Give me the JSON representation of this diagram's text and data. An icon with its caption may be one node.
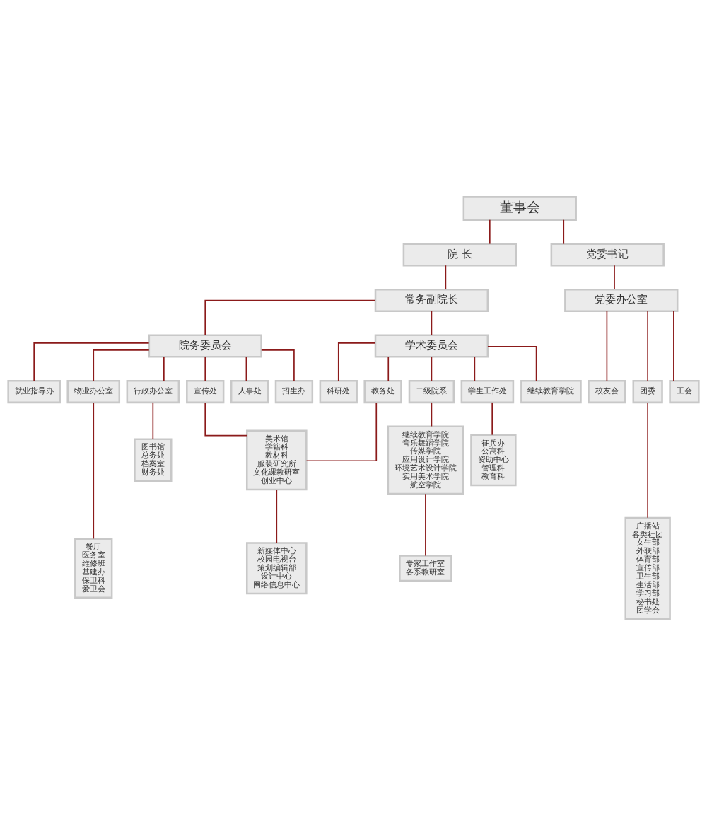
{
  "diagram": {
    "nodes": [
      {
        "text": [
          "董事会"
        ]
      },
      {
        "text": [
          "院 长"
        ]
      },
      {
        "text": [
          "党委书记"
        ]
      },
      {
        "text": [
          "常务副院长"
        ]
      },
      {
        "text": [
          "党委办公室"
        ]
      },
      {
        "text": [
          "学术委员会"
        ]
      },
      {
        "text": [
          "院务委员会"
        ]
      },
      {
        "text": [
          "二级院系"
        ]
      },
      {
        "text": [
          "学生工作处"
        ]
      },
      {
        "text": [
          "教务处"
        ]
      },
      {
        "text": [
          "继续教育学院"
        ]
      },
      {
        "text": [
          "科研处"
        ]
      },
      {
        "text": [
          "行政办公室"
        ]
      },
      {
        "text": [
          "人事处"
        ]
      },
      {
        "text": [
          "招生办"
        ]
      },
      {
        "text": [
          "就业指导办"
        ]
      },
      {
        "text": [
          "宣传处"
        ]
      },
      {
        "text": [
          "物业办公室"
        ]
      },
      {
        "text": [
          "团委"
        ]
      },
      {
        "text": [
          "工会"
        ]
      },
      {
        "text": [
          "校友会"
        ]
      },
      {
        "text": [
          "继续教育学院",
          "音乐舞蹈学院",
          "传媒学院",
          "应用设计学院",
          "环境艺术设计学院",
          "实用美术学院",
          "航空学院"
        ]
      },
      {
        "text": [
          "征兵办",
          "公寓科",
          "资助中心",
          "管理科",
          "教育科"
        ]
      },
      {
        "text": [
          "美术馆",
          "学籍科",
          "教材科",
          "服装研究所",
          "文化课教研室",
          "创业中心"
        ]
      },
      {
        "text": [
          "图书馆",
          "总务处",
          "档案室",
          "财务处"
        ]
      },
      {
        "text": [
          "专家工作室",
          "各系教研室"
        ]
      },
      {
        "text": [
          "广播站",
          "各类社团",
          "女生部",
          "外联部",
          "体育部",
          "宣传部",
          "卫生部",
          "生活部",
          "学习部",
          "秘书处",
          "团学会"
        ]
      },
      {
        "text": [
          "新媒体中心",
          "校园电视台",
          "策划编辑部",
          "设计中心",
          "网络信息中心"
        ]
      },
      {
        "text": [
          "餐厅",
          "医务室",
          "维修班",
          "基建办",
          "保卫科",
          "爱卫会"
        ]
      }
    ],
    "edges": [
      {
        "from": 0,
        "to": 1,
        "arrow": "none"
      },
      {
        "from": 0,
        "to": 2,
        "arrow": "none"
      },
      {
        "from": 1,
        "to": 3,
        "arrow": "none"
      },
      {
        "from": 2,
        "to": 4,
        "arrow": "none"
      },
      {
        "from": 3,
        "to": 5,
        "arrow": "none"
      },
      {
        "from": 3,
        "to": 6,
        "arrow": "none"
      },
      {
        "from": 5,
        "to": 7,
        "arrow": "none"
      },
      {
        "from": 5,
        "to": 8,
        "arrow": "none"
      },
      {
        "from": 5,
        "to": 9,
        "arrow": "none"
      },
      {
        "from": 5,
        "to": 10,
        "arrow": "none"
      },
      {
        "from": 5,
        "to": 11,
        "arrow": "none"
      },
      {
        "from": 6,
        "to": 12,
        "arrow": "none"
      },
      {
        "from": 6,
        "to": 13,
        "arrow": "none"
      },
      {
        "from": 6,
        "to": 14,
        "arrow": "none"
      },
      {
        "from": 6,
        "to": 15,
        "arrow": "none"
      },
      {
        "from": 6,
        "to": 16,
        "arrow": "none"
      },
      {
        "from": 6,
        "to": 17,
        "arrow": "none"
      },
      {
        "from": 4,
        "to": 18,
        "arrow": "none"
      },
      {
        "from": 4,
        "to": 19,
        "arrow": "none"
      },
      {
        "from": 4,
        "to": 20,
        "arrow": "none"
      },
      {
        "from": 7,
        "to": 21,
        "arrow": "none"
      },
      {
        "from": 8,
        "to": 22,
        "arrow": "none"
      },
      {
        "from": 9,
        "to": 23,
        "arrow": "none"
      },
      {
        "from": 16,
        "to": 23,
        "arrow": "none"
      },
      {
        "from": 12,
        "to": 24,
        "arrow": "none"
      },
      {
        "from": 17,
        "to": 28,
        "arrow": "none"
      },
      {
        "from": 18,
        "to": 26,
        "arrow": "none"
      },
      {
        "from": 21,
        "to": 25,
        "arrow": "none"
      },
      {
        "from": 23,
        "to": 27,
        "arrow": "none"
      }
    ]
  }
}
